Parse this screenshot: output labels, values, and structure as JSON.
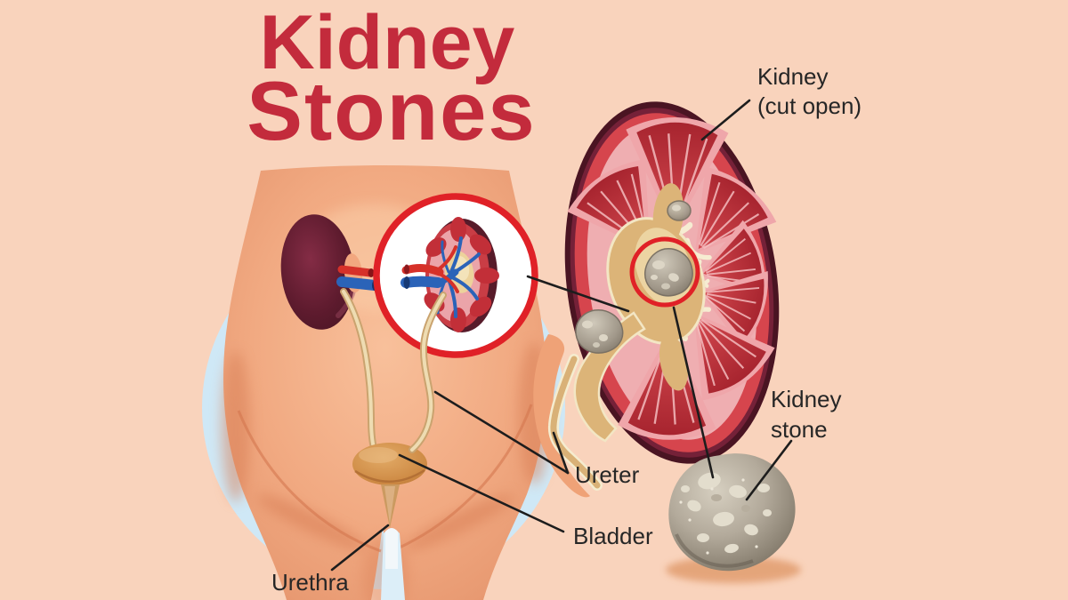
{
  "title": {
    "line1": "Kidney",
    "line2": "Stones"
  },
  "labels": {
    "kidney_cut_open_line1": "Kidney",
    "kidney_cut_open_line2": "(cut open)",
    "ureter": "Ureter",
    "bladder": "Bladder",
    "urethra": "Urethra",
    "kidney_stone_line1": "Kidney",
    "kidney_stone_line2": "stone"
  },
  "colors": {
    "background": "#f9d3bc",
    "title_red": "#c32b3c",
    "label_text": "#262626",
    "leader_line": "#1d1d1d",
    "highlight_ring_red": "#e02127",
    "backdrop_blue": "#cfe8f6",
    "skin": "#f1a981",
    "skin_shadow": "#d87e55",
    "kidney_maroon": "#5e1b2e",
    "cortex_red": "#d6454d",
    "pyramid_red": "#a2202b",
    "pyramid_pink": "#efa6aa",
    "pelvis_tan": "#dcb478",
    "cream": "#f6ecd2",
    "artery_red": "#d63129",
    "vein_blue": "#2b63b8",
    "ureter_tan": "#d9b177",
    "bladder_orange": "#c9853f",
    "stone_gray": "#a1988a",
    "stone_light": "#e3ddcd"
  }
}
